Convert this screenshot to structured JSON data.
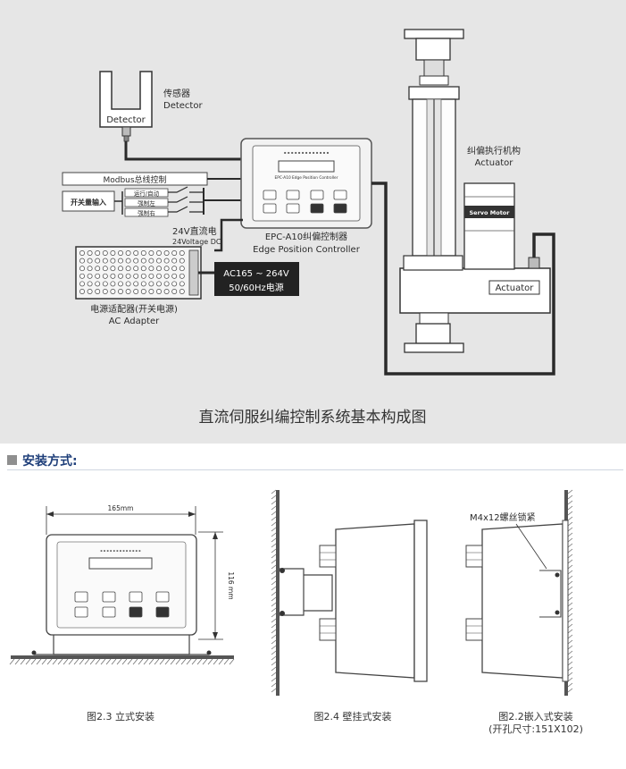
{
  "system_diagram": {
    "detector_box_label": "Detector",
    "sensor_cn": "传感器",
    "sensor_en": "Detector",
    "modbus_label": "Modbus总线控制",
    "switch_input_label": "开关量输入",
    "switch_run_auto": "运行/自动",
    "switch_force_left": "强制左",
    "switch_force_right": "强制右",
    "dc24_cn": "24V直流电",
    "dc24_en": "24Voltage DC",
    "controller_cn": "EPC-A10纠偏控制器",
    "controller_en": "Edge Position Controller",
    "panel_model_text": "EPC-A10  Edge Position Controller",
    "actuator_cn": "纠偏执行机构",
    "actuator_en": "Actuator",
    "servo_motor_label": "Servo Motor",
    "actuator_box_label": "Actuator",
    "ac_line1": "AC165 ~ 264V",
    "ac_line2": "50/60Hz电源",
    "adapter_cn": "电源适配器(开关电源)",
    "adapter_en": "AC Adapter",
    "title": "直流伺服纠编控制系统基本构成图"
  },
  "section": {
    "title": "安装方式:"
  },
  "install": {
    "width_dim": "165mm",
    "height_dim": "116 mm",
    "screw_label": "M4x12螺丝锁紧",
    "caption_stand": "图2.3 立式安装",
    "caption_wall": "图2.4 壁挂式安装",
    "caption_embed": "图2.2嵌入式安装",
    "caption_embed_sub": "(开孔尺寸:151X102)"
  },
  "colors": {
    "panel_bg": "#e6e6e6",
    "line_dark": "#2a2a2a",
    "section_title": "#1f3f7a",
    "ac_box": "#222222"
  }
}
